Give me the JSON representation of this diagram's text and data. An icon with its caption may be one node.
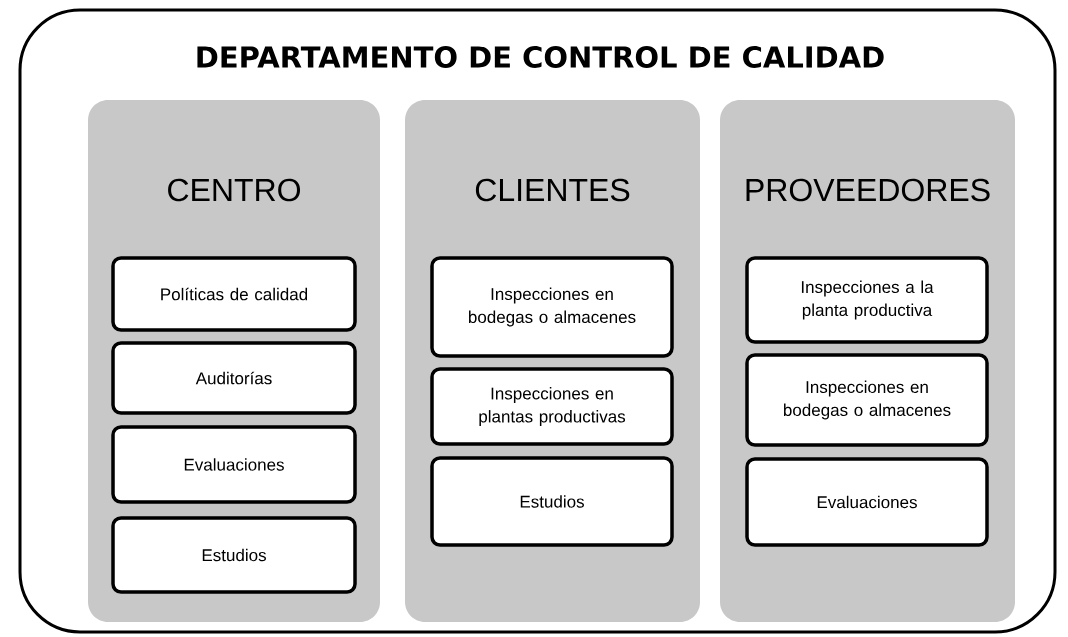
{
  "diagram": {
    "nodes": [
      {
        "text": [
          "DEPARTAMENTO DE CONTROL DE CALIDAD"
        ]
      },
      {
        "text": [
          "CENTRO"
        ],
        "in": 0
      },
      {
        "text": [
          "Políticas de calidad"
        ],
        "in": 1
      },
      {
        "text": [
          "Auditorías"
        ],
        "in": 1
      },
      {
        "text": [
          "Evaluaciones"
        ],
        "in": 1
      },
      {
        "text": [
          "Estudios"
        ],
        "in": 1
      },
      {
        "text": [
          "CLIENTES"
        ],
        "in": 0
      },
      {
        "text": [
          "Inspecciones en bodegas o almacenes"
        ],
        "in": 6
      },
      {
        "text": [
          "Inspecciones en plantas productivas"
        ],
        "in": 6
      },
      {
        "text": [
          "Estudios"
        ],
        "in": 6
      },
      {
        "text": [
          "PROVEEDORES"
        ],
        "in": 0
      },
      {
        "text": [
          "Inspecciones a la planta productiva"
        ],
        "in": 10
      },
      {
        "text": [
          "Inspecciones en bodegas o almacenes"
        ],
        "in": 10
      },
      {
        "text": [
          "Evaluaciones"
        ],
        "in": 10
      }
    ]
  }
}
